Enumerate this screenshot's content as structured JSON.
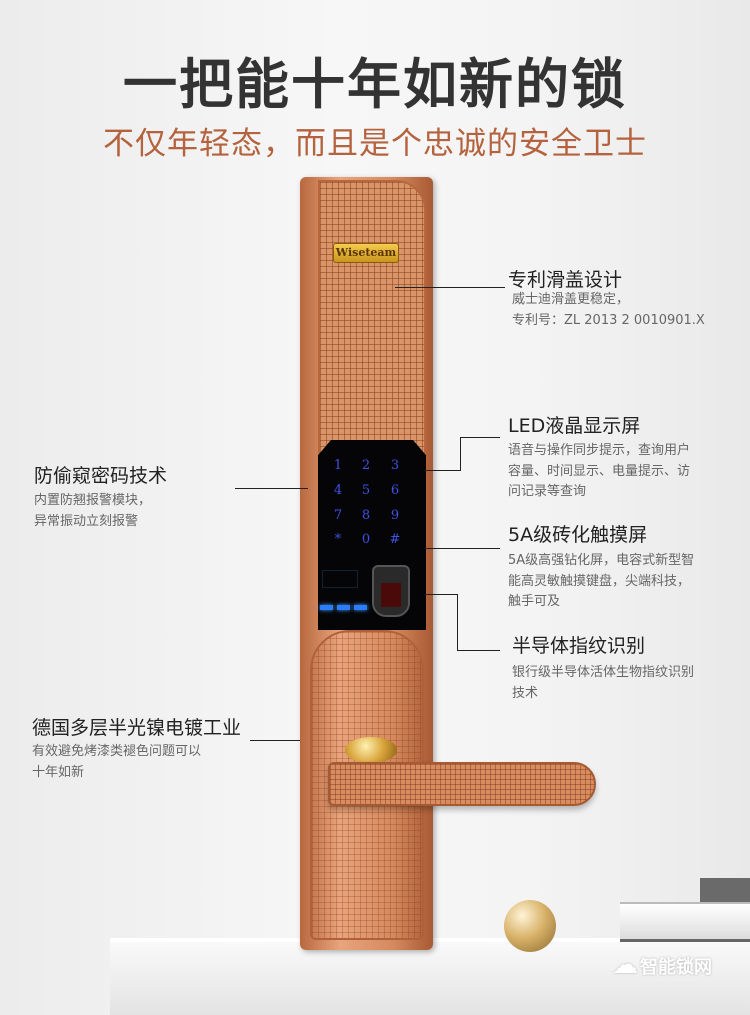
{
  "header": {
    "title": "一把能十年如新的锁",
    "subtitle": "不仅年轻态，而且是个忠诚的安全卫士"
  },
  "product": {
    "brand_logo": "Wiseteam",
    "keypad": [
      "1",
      "2",
      "3",
      "4",
      "5",
      "6",
      "7",
      "8",
      "9",
      "*",
      "0",
      "#"
    ],
    "accent_color": "#b4633e",
    "key_color": "#3f52e0"
  },
  "features": {
    "slide_cover": {
      "title": "专利滑盖设计",
      "desc": [
        "威士迪滑盖更稳定，",
        "专利号：ZL 2013 2 0010901.X"
      ]
    },
    "led_screen": {
      "title": "LED液晶显示屏",
      "desc": [
        "语音与操作同步提示，查询用户",
        "容量、时间显示、电量提示、访",
        "问记录等查询"
      ]
    },
    "touch_screen": {
      "title": "5A级砖化触摸屏",
      "desc": [
        "5A级高强钻化屏，电容式新型智",
        "能高灵敏触摸键盘，尖端科技，",
        "触手可及"
      ]
    },
    "fingerprint": {
      "title": "半导体指纹识别",
      "desc": [
        "银行级半导体活体生物指纹识别",
        "技术"
      ]
    },
    "anti_peep": {
      "title": "防偷窥密码技术",
      "desc": [
        "内置防翘报警模块，",
        "异常振动立刻报警"
      ]
    },
    "plating": {
      "title": "德国多层半光镍电镀工业",
      "desc": [
        "有效避免烤漆类褪色问题可以",
        "十年如新"
      ]
    }
  },
  "watermark": {
    "text": "智能锁网",
    "icon": "cloud-icon"
  }
}
